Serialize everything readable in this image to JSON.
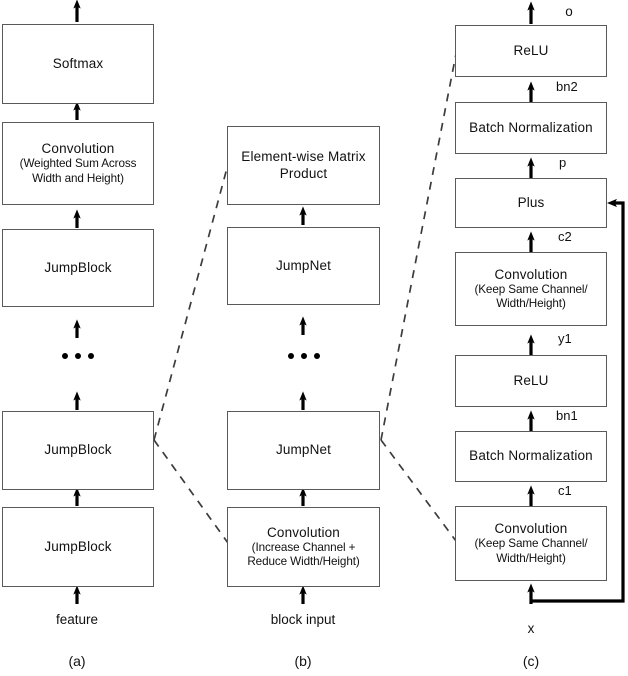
{
  "figure": {
    "title": "JumpNet architecture diagram",
    "stroke_color": "#5a5a5a",
    "arrow_color": "#000000",
    "dashed_color": "#3c3c3c",
    "background": "#ffffff"
  },
  "columns": [
    {
      "id": "a",
      "caption": "(a)",
      "input_label": "feature",
      "boxes": [
        {
          "id": "a-softmax",
          "line1": "Softmax",
          "line2": "",
          "line3": ""
        },
        {
          "id": "a-conv",
          "line1": "Convolution",
          "line2": "(Weighted Sum Across",
          "line3": "Width and Height)"
        },
        {
          "id": "a-jb3",
          "line1": "JumpBlock",
          "line2": "",
          "line3": ""
        },
        {
          "id": "a-jb2",
          "line1": "JumpBlock",
          "line2": "",
          "line3": ""
        },
        {
          "id": "a-jb1",
          "line1": "JumpBlock",
          "line2": "",
          "line3": ""
        }
      ],
      "ellipsis": true
    },
    {
      "id": "b",
      "caption": "(b)",
      "input_label": "block input",
      "boxes": [
        {
          "id": "b-elem",
          "line1": "Element-wise Matrix",
          "line2": "Product",
          "line3": ""
        },
        {
          "id": "b-jn2",
          "line1": "JumpNet",
          "line2": "",
          "line3": ""
        },
        {
          "id": "b-jn1",
          "line1": "JumpNet",
          "line2": "",
          "line3": ""
        },
        {
          "id": "b-conv",
          "line1": "Convolution",
          "line2": "(Increase Channel +",
          "line3": "Reduce Width/Height)"
        }
      ],
      "ellipsis": true
    },
    {
      "id": "c",
      "caption": "(c)",
      "input_label": "x",
      "output_label": "o",
      "boxes": [
        {
          "id": "c-relu2",
          "line1": "ReLU",
          "line2": "",
          "line3": ""
        },
        {
          "id": "c-bn2",
          "line1": "Batch Normalization",
          "line2": "",
          "line3": ""
        },
        {
          "id": "c-plus",
          "line1": "Plus",
          "line2": "",
          "line3": ""
        },
        {
          "id": "c-conv2",
          "line1": "Convolution",
          "line2": "(Keep Same Channel/",
          "line3": "Width/Height)"
        },
        {
          "id": "c-relu1",
          "line1": "ReLU",
          "line2": "",
          "line3": ""
        },
        {
          "id": "c-bn1",
          "line1": "Batch Normalization",
          "line2": "",
          "line3": ""
        },
        {
          "id": "c-conv1",
          "line1": "Convolution",
          "line2": "(Keep Same Channel/",
          "line3": "Width/Height)"
        }
      ],
      "edge_labels": [
        "bn2",
        "p",
        "c2",
        "y1",
        "bn1",
        "c1"
      ],
      "ellipsis": false
    }
  ]
}
